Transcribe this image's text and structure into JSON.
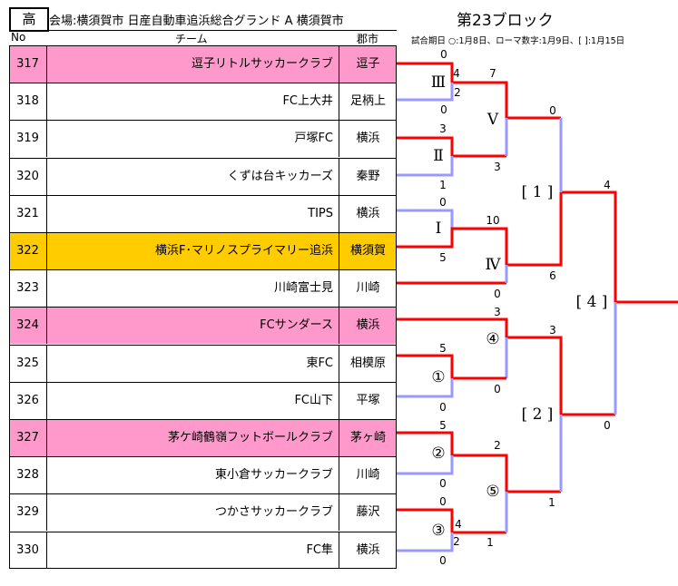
{
  "header": {
    "grade": "高",
    "venue": "会場:横須賀市 日産自動車追浜総合グランド A 横須賀市",
    "block_title": "第23ブロック",
    "col_no": "No",
    "col_team": "チーム",
    "col_city": "郡市",
    "note": "試合期日 ○:1月8日、ローマ数字:1月9日、[ ]:1月15日"
  },
  "colors": {
    "pink": "#ff99cc",
    "orange": "#ffcc00",
    "winner_line": "#ff0000",
    "loser_line": "#9999ff"
  },
  "teams": [
    {
      "no": "317",
      "name": "逗子リトルサッカークラブ",
      "city": "逗子",
      "highlight": "pink"
    },
    {
      "no": "318",
      "name": "FC上大井",
      "city": "足柄上",
      "highlight": ""
    },
    {
      "no": "319",
      "name": "戸塚FC",
      "city": "横浜",
      "highlight": ""
    },
    {
      "no": "320",
      "name": "くずは台キッカーズ",
      "city": "秦野",
      "highlight": ""
    },
    {
      "no": "321",
      "name": "TIPS",
      "city": "横浜",
      "highlight": ""
    },
    {
      "no": "322",
      "name": "横浜F･マリノスプライマリー追浜",
      "city": "横須賀",
      "highlight": "orange"
    },
    {
      "no": "323",
      "name": "川崎富士見",
      "city": "川崎",
      "highlight": ""
    },
    {
      "no": "324",
      "name": "FCサンダース",
      "city": "横浜",
      "highlight": "pink"
    },
    {
      "no": "325",
      "name": "東FC",
      "city": "相模原",
      "highlight": ""
    },
    {
      "no": "326",
      "name": "FC山下",
      "city": "平塚",
      "highlight": ""
    },
    {
      "no": "327",
      "name": "茅ケ崎鶴嶺フットボールクラブ",
      "city": "茅ヶ崎",
      "highlight": "pink"
    },
    {
      "no": "328",
      "name": "東小倉サッカークラブ",
      "city": "川崎",
      "highlight": ""
    },
    {
      "no": "329",
      "name": "つかさサッカークラブ",
      "city": "藤沢",
      "highlight": ""
    },
    {
      "no": "330",
      "name": "FC隼",
      "city": "横浜",
      "highlight": ""
    }
  ],
  "matches": [
    {
      "label": "Ⅲ",
      "scores": [
        "0",
        "4",
        "2",
        "0"
      ]
    },
    {
      "label": "Ⅱ",
      "scores": [
        "3",
        "1"
      ]
    },
    {
      "label": "Ⅰ",
      "scores": [
        "0",
        "5"
      ]
    },
    {
      "label": "Ⅴ",
      "scores": [
        "7",
        "3"
      ]
    },
    {
      "label": "Ⅳ",
      "scores": [
        "10",
        "0"
      ]
    },
    {
      "label": "[ 1 ]",
      "scores": [
        "0",
        "6"
      ]
    },
    {
      "label": "①",
      "scores": [
        "5",
        "0"
      ]
    },
    {
      "label": "④",
      "scores": [
        "3",
        "0"
      ]
    },
    {
      "label": "②",
      "scores": [
        "5",
        "0"
      ]
    },
    {
      "label": "③",
      "scores": [
        "0",
        "4",
        "2",
        "0"
      ]
    },
    {
      "label": "⑤",
      "scores": [
        "2",
        "1"
      ]
    },
    {
      "label": "[ 2 ]",
      "scores": [
        "3",
        "1"
      ]
    },
    {
      "label": "[ 4 ]",
      "scores": [
        "4",
        "0"
      ]
    }
  ]
}
